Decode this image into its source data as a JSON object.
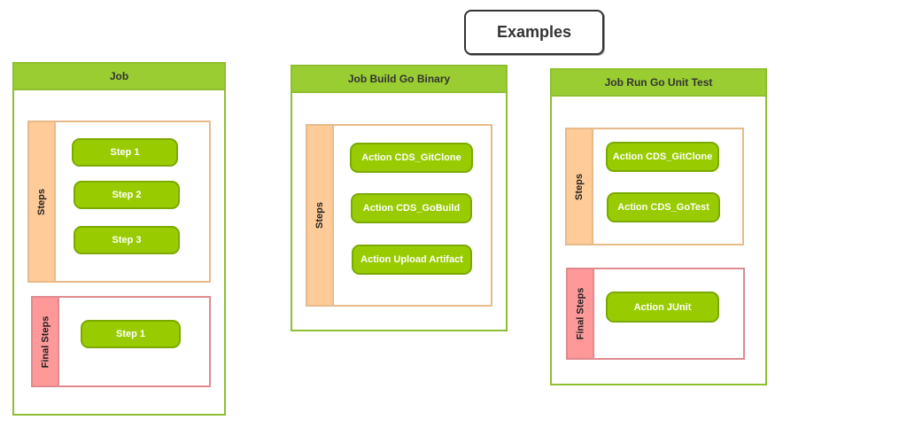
{
  "title": "Examples",
  "jobs": [
    {
      "header": "Job",
      "steps_label": "Steps",
      "steps": [
        "Step 1",
        "Step 2",
        "Step 3"
      ],
      "final_label": "Final Steps",
      "final_steps": [
        "Step 1"
      ]
    },
    {
      "header": "Job Build Go Binary",
      "steps_label": "Steps",
      "steps": [
        "Action CDS_GitClone",
        "Action CDS_GoBuild",
        "Action Upload Artifact"
      ]
    },
    {
      "header": "Job Run Go Unit Test",
      "steps_label": "Steps",
      "steps": [
        "Action CDS_GitClone",
        "Action CDS_GoTest"
      ],
      "final_label": "Final Steps",
      "final_steps": [
        "Action JUnit"
      ]
    }
  ],
  "colors": {
    "job_header": "#9acd32",
    "steps_lane": "#ffcc99",
    "final_lane": "#ff9999",
    "action": "#99cc00"
  }
}
